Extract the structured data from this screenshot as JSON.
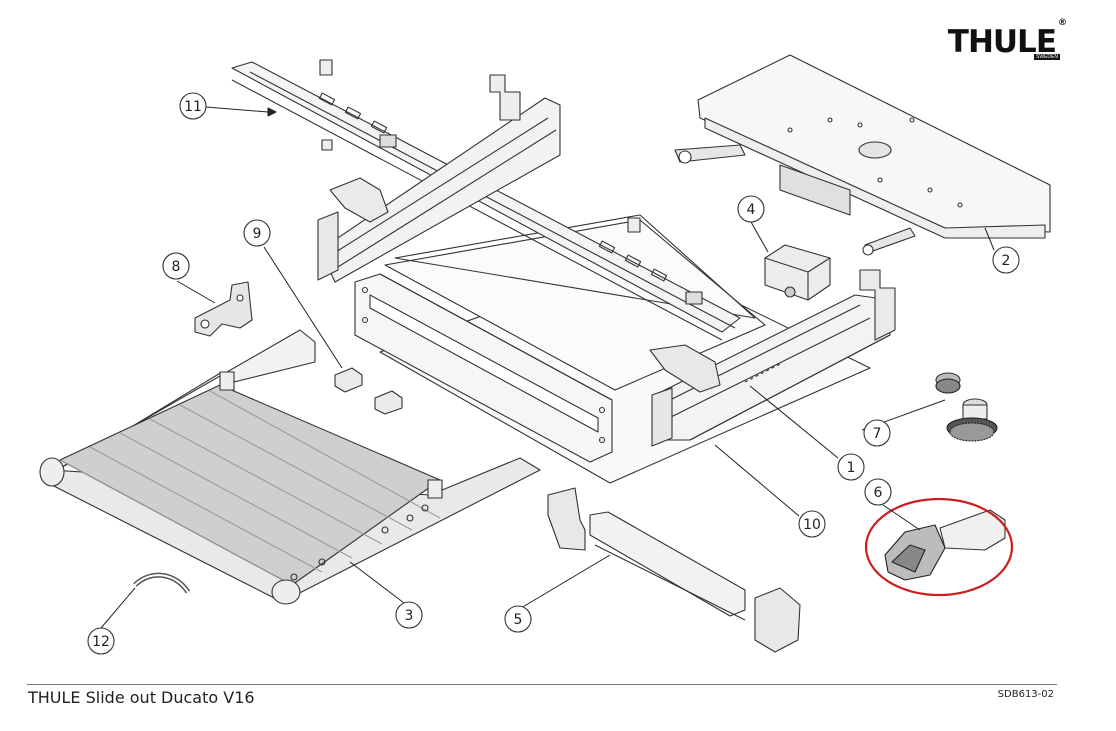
{
  "brand": {
    "name": "THULE",
    "mark": "®",
    "sub": "SWEDEN"
  },
  "footer": {
    "title": "THULE Slide out Ducato V16",
    "code": "SDB613-02"
  },
  "callouts": [
    "1",
    "2",
    "3",
    "4",
    "5",
    "6",
    "7",
    "8",
    "9",
    "10",
    "11",
    "12"
  ],
  "highlight_color": "#cc1e1e"
}
